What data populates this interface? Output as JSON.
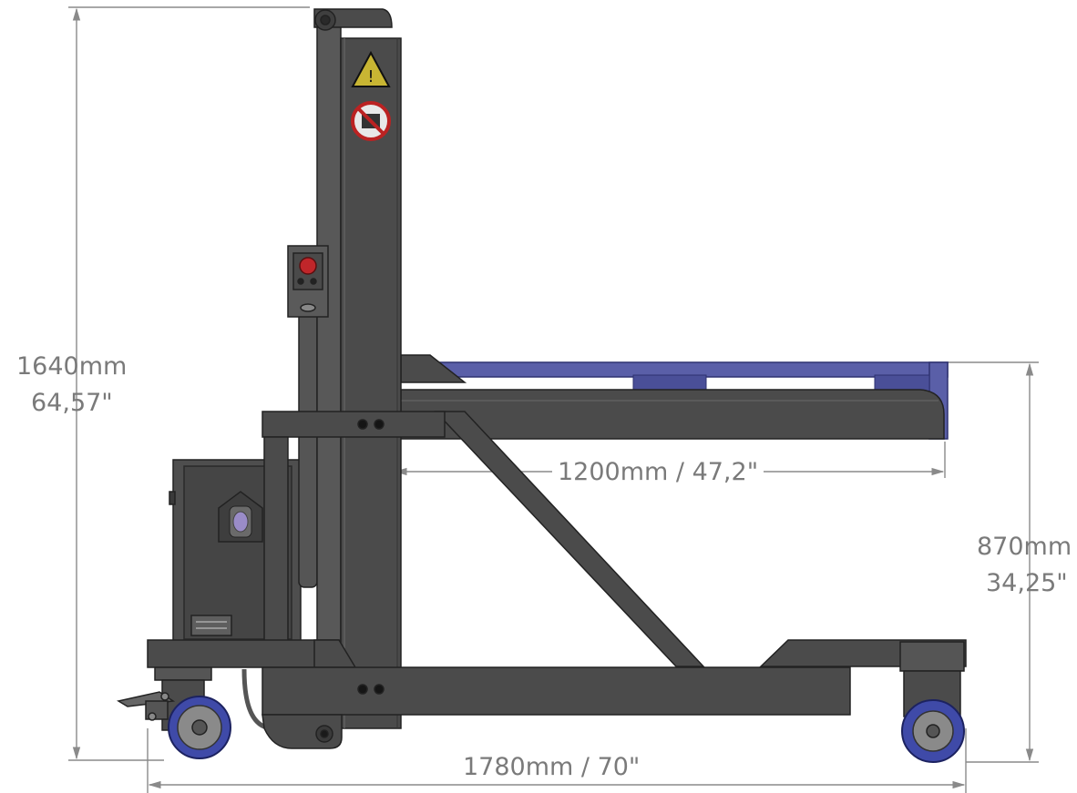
{
  "dimensions": {
    "height_total": {
      "line1": "1640mm",
      "line2": "64,57\""
    },
    "fork_height": {
      "line1": "870mm",
      "line2": "34,25\""
    },
    "fork_length": "1200mm / 47,2\"",
    "overall_length": "1780mm / 70\""
  },
  "colors": {
    "frame": "#4b4b4b",
    "frame_dark": "#3a3a3a",
    "frame_light": "#5e5e5e",
    "pallet": "#5a5fa8",
    "wheel_blue": "#3f4aa8",
    "dimension_line": "#8a8a8a",
    "stop_button": "#c0262a",
    "socket": "#9a8cc8"
  }
}
